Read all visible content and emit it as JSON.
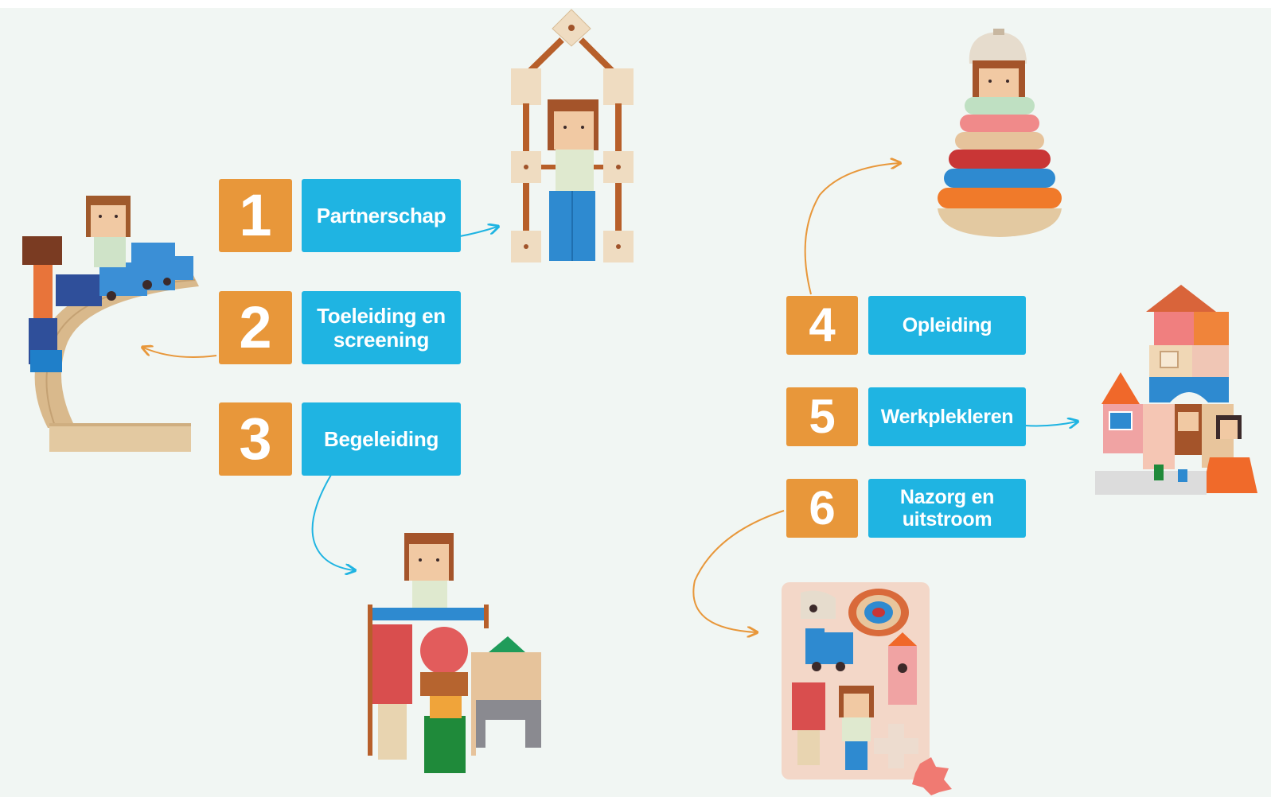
{
  "steps": [
    {
      "number": "1",
      "label": "Partnerschap"
    },
    {
      "number": "2",
      "label": "Toeleiding en screening"
    },
    {
      "number": "3",
      "label": "Begeleiding"
    },
    {
      "number": "4",
      "label": "Opleiding"
    },
    {
      "number": "5",
      "label": "Werkplekleren"
    },
    {
      "number": "6",
      "label": "Nazorg en uitstroom"
    }
  ],
  "colors": {
    "number_box": "#e8973a",
    "label_box": "#1fb4e2",
    "arrow_blue": "#1fb4e2",
    "arrow_orange": "#e8973a",
    "background": "#f1f6f3"
  },
  "illustrations": [
    "toy-train-icon",
    "frame-figure-icon",
    "block-figures-icon",
    "stacking-rings-icon",
    "block-house-icon",
    "shape-puzzle-icon"
  ]
}
